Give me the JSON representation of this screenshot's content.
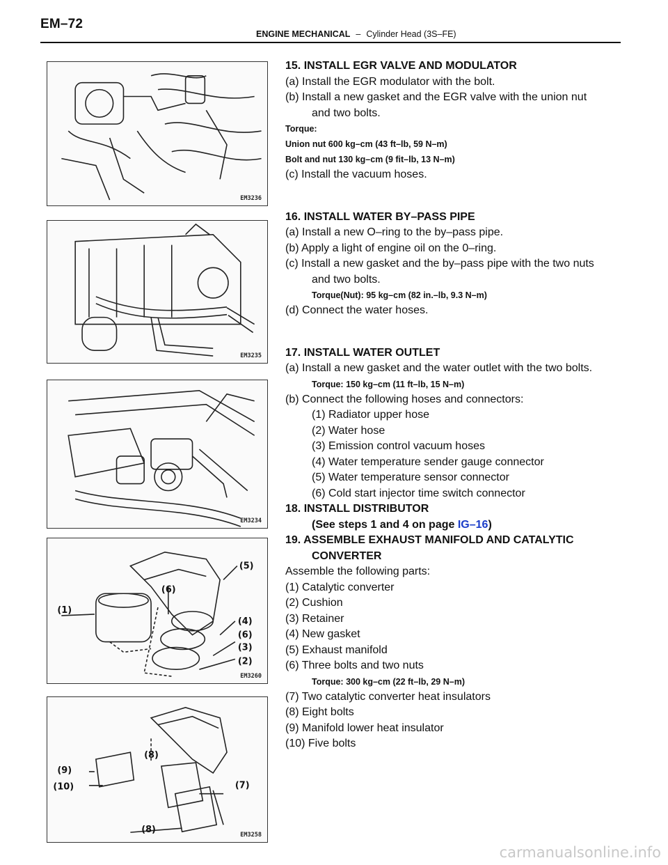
{
  "header": {
    "page_id": "EM–72",
    "section": "ENGINE MECHANICAL",
    "separator": "–",
    "subsection": "Cylinder Head (3S–FE)"
  },
  "figures": [
    {
      "code": "EM3236"
    },
    {
      "code": "EM3235"
    },
    {
      "code": "EM3234"
    },
    {
      "code": "EM3260",
      "callouts": [
        "(5)",
        "(6)",
        "(1)",
        "(4)",
        "(6)",
        "(3)",
        "(2)"
      ]
    },
    {
      "code": "EM3258",
      "callouts": [
        "(9)",
        "(8)",
        "(10)",
        "(7)",
        "(8)"
      ]
    }
  ],
  "steps": {
    "s15": {
      "title": "15. INSTALL EGR VALVE AND MODULATOR",
      "a": "(a) Install the EGR modulator with the bolt.",
      "b1": "(b) Install a new gasket and the EGR valve with the union nut",
      "b2": "and two bolts.",
      "torque_label": "Torque:",
      "torque1": "Union nut 600 kg–cm (43 ft–lb, 59 N–m)",
      "torque2": "Bolt and nut 130 kg–cm (9 fit–lb, 13 N–m)",
      "c": "(c) Install the vacuum hoses."
    },
    "s16": {
      "title": "16. INSTALL WATER BY–PASS PIPE",
      "a": "(a) Install a new O–ring to the by–pass pipe.",
      "b": "(b) Apply a light of engine oil on the 0–ring.",
      "c1": "(c) Install a new gasket and the by–pass pipe with the two nuts",
      "c2": "and two bolts.",
      "torque": "Torque(Nut): 95 kg–cm (82 in.–lb, 9.3 N–m)",
      "d": "(d) Connect the water hoses."
    },
    "s17": {
      "title": "17. INSTALL WATER OUTLET",
      "a": "(a) Install a new gasket and the water outlet with the two bolts.",
      "torque": "Torque: 150 kg–cm (11 ft–lb, 15 N–m)",
      "b": "(b) Connect the following hoses and connectors:",
      "items": [
        "(1) Radiator upper hose",
        "(2) Water hose",
        "(3) Emission control vacuum hoses",
        "(4) Water temperature sender gauge connector",
        "(5) Water temperature sensor connector",
        "(6) Cold start injector time switch connector"
      ]
    },
    "s18": {
      "title": "18. INSTALL DISTRIBUTOR",
      "see_pre": "(See steps 1 and 4 on page ",
      "see_link": "IG–16",
      "see_post": ")"
    },
    "s19": {
      "title1": "19. ASSEMBLE EXHAUST MANIFOLD AND CATALYTIC",
      "title2": "CONVERTER",
      "intro": "Assemble the following parts:",
      "parts_a": [
        "(1) Catalytic converter",
        "(2) Cushion",
        "(3) Retainer",
        "(4) New gasket",
        "(5) Exhaust manifold",
        "(6) Three bolts and two nuts"
      ],
      "torque": "Torque: 300 kg–cm (22 ft–lb, 29 N–m)",
      "parts_b": [
        "(7) Two catalytic converter heat insulators",
        "(8) Eight bolts",
        "(9) Manifold lower heat insulator",
        "(10) Five bolts"
      ]
    }
  },
  "watermark": "carmanualsonline.info"
}
